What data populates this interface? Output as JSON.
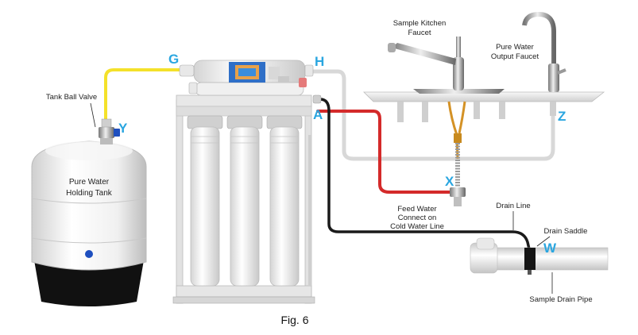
{
  "labels": {
    "tank_ball_valve": "Tank Ball Valve",
    "tank_line1": "Pure Water",
    "tank_line2": "Holding Tank",
    "kitchen_faucet_line1": "Sample Kitchen",
    "kitchen_faucet_line2": "Faucet",
    "pure_faucet_line1": "Pure Water",
    "pure_faucet_line2": "Output Faucet",
    "feed_line1": "Feed Water",
    "feed_line2": "Connect on",
    "feed_line3": "Cold Water Line",
    "drain_line": "Drain Line",
    "drain_saddle": "Drain Saddle",
    "drain_pipe": "Sample Drain Pipe"
  },
  "letters": {
    "g": "G",
    "h": "H",
    "a": "A",
    "y": "Y",
    "z": "Z",
    "x": "X",
    "w": "W"
  },
  "caption": "Fig. 6",
  "colors": {
    "label_letter": "#2aa6e0",
    "tube_yellow": "#f4e12a",
    "tube_red": "#d42a2a",
    "tube_black": "#1a1a1a",
    "tube_white": "#d8d8d8"
  }
}
